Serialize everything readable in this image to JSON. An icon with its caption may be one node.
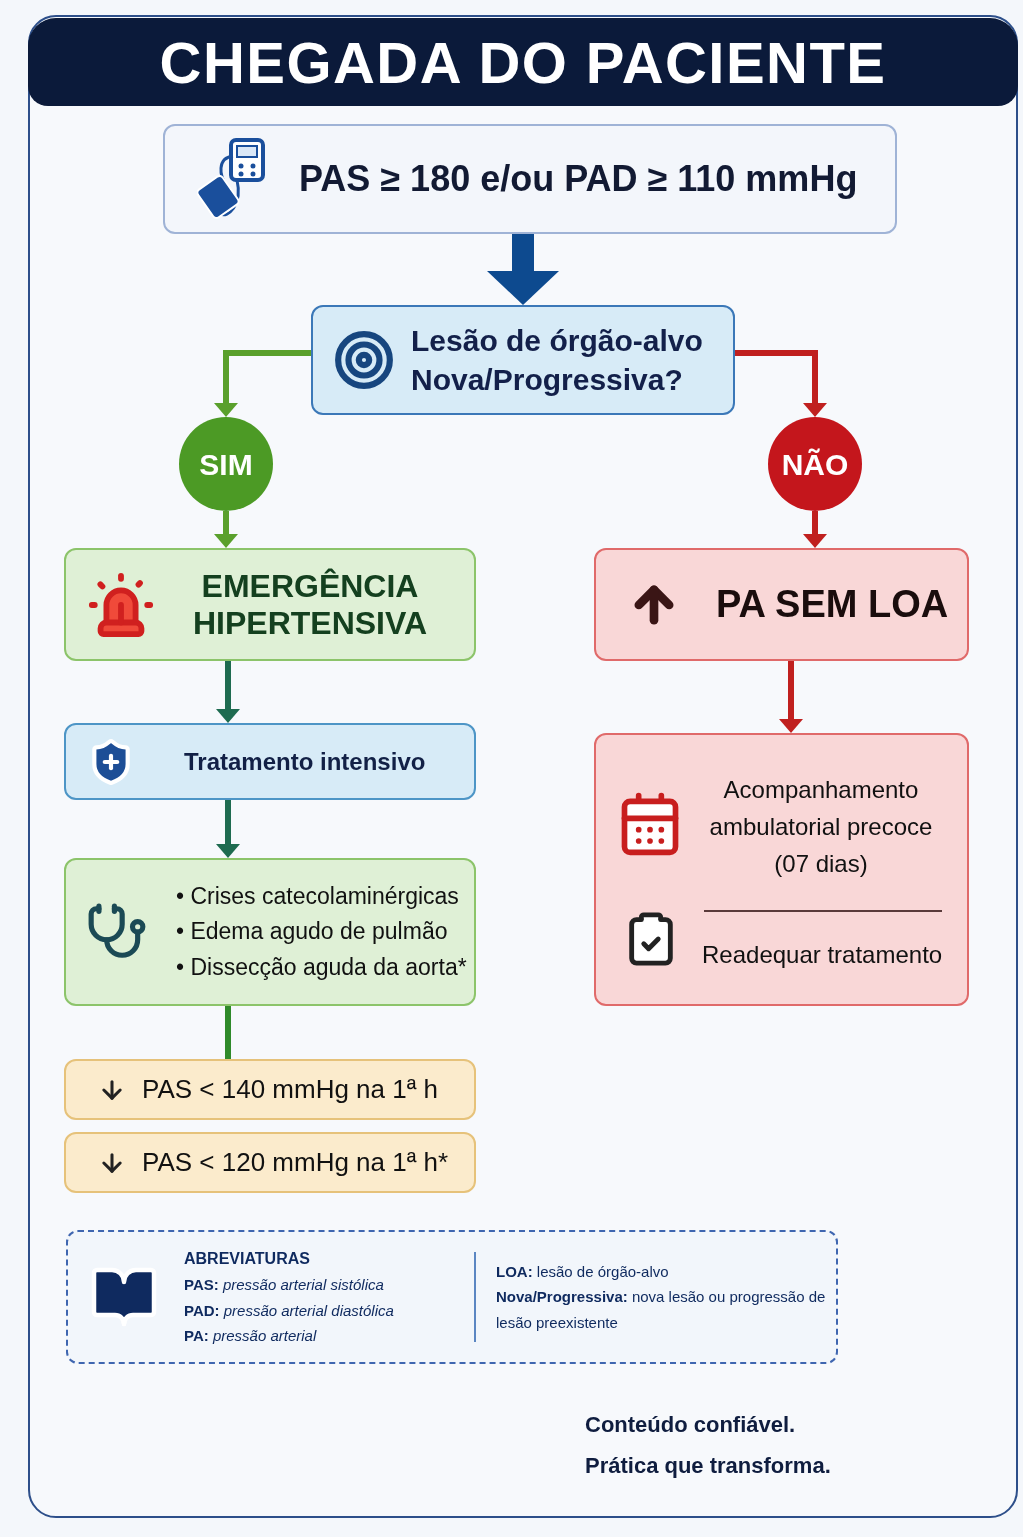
{
  "diagram": {
    "title": "CHEGADA DO PACIENTE",
    "nodes": [
      {
        "text": [
          "PAS ≥ 180 e/ou PAD ≥ 110 mmHg"
        ]
      },
      {
        "text": [
          "Lesão de órgão-alvo Nova/Progressiva?"
        ]
      },
      {
        "text": [
          "SIM"
        ]
      },
      {
        "text": [
          "NÃO"
        ]
      },
      {
        "text": [
          "EMERGÊNCIA HIPERTENSIVA"
        ]
      },
      {
        "text": [
          "PA SEM LOA"
        ]
      },
      {
        "text": [
          "Tratamento intensivo"
        ]
      },
      {
        "text": [
          "Acompanhamento ambulatorial precoce (07 dias)",
          "Readequar tratamento"
        ]
      },
      {
        "text": [
          "• Crises catecolaminérgicas",
          "• Edema agudo de pulmão",
          "• Dissecção aguda da aorta*"
        ]
      },
      {
        "text": [
          "PAS < 140 mmHg na 1ª h"
        ]
      },
      {
        "text": [
          "PAS < 120 mmHg na 1ª h*"
        ]
      },
      {
        "text": [
          "ABREVIATURAS",
          "**PAS:** *pressão arterial sistólica*",
          "**PAD:** *pressão arterial diastólica*",
          "**PA:** *pressão arterial*",
          "**LOA:** lesão de órgão-alvo",
          "**Nova/Progressiva:** nova lesão ou progressão de lesão preexistente"
        ]
      }
    ],
    "edges": [
      {
        "from": 0,
        "to": 1,
        "arrow": "to",
        "style": "thick",
        "color": "#0d4a8f"
      },
      {
        "from": 1,
        "to": 2,
        "arrow": "to",
        "color": "#5aa02c"
      },
      {
        "from": 1,
        "to": 3,
        "arrow": "to",
        "color": "#c0201f"
      },
      {
        "from": 2,
        "to": 4,
        "arrow": "to",
        "color": "#5aa02c"
      },
      {
        "from": 3,
        "to": 5,
        "arrow": "to",
        "color": "#c0201f"
      },
      {
        "from": 4,
        "to": 6,
        "arrow": "to",
        "color": "#1e6b50"
      },
      {
        "from": 6,
        "to": 8,
        "arrow": "to",
        "color": "#1e6b50"
      },
      {
        "from": 8,
        "to": 9,
        "arrow": "none",
        "color": "#2f8a2a"
      },
      {
        "from": 5,
        "to": 7,
        "arrow": "to",
        "color": "#c0201f"
      }
    ],
    "labels": [
      "Conteúdo confiável.",
      "Prática que transforma."
    ]
  }
}
